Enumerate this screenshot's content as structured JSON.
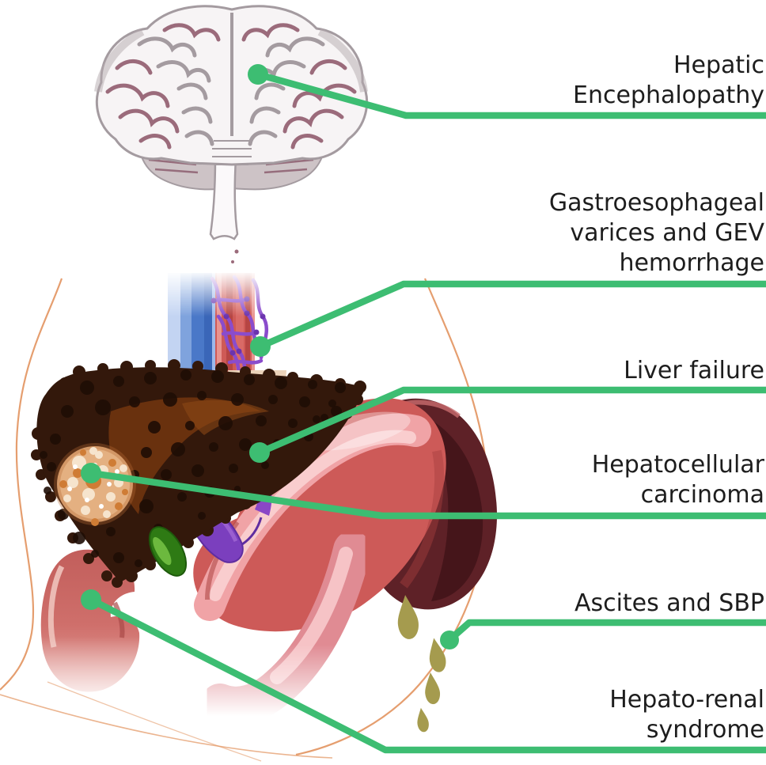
{
  "figure": {
    "kind": "anatomical-complications-diagram",
    "background": "#ffffff",
    "labels": [
      {
        "id": "hepatic-encephalopathy",
        "text": "Hepatic\nEncephalopathy",
        "target": "brain"
      },
      {
        "id": "gev-varices",
        "text": "Gastroesophageal\nvarices and GEV\nhemorrhage",
        "target": "esophageal-varices"
      },
      {
        "id": "liver-failure",
        "text": "Liver failure",
        "target": "cirrhotic-liver"
      },
      {
        "id": "hepatocellular-carcinoma",
        "text": "Hepatocellular\ncarcinoma",
        "target": "liver-tumor"
      },
      {
        "id": "ascites-sbp",
        "text": "Ascites and SBP",
        "target": "ascites-droplets"
      },
      {
        "id": "hepato-renal-syndrome",
        "text": "Hepato-renal\nsyndrome",
        "target": "kidney"
      }
    ],
    "colors": {
      "connector_green": "#3dbd72",
      "label_text": "#1d1d1d",
      "body_outline_orange": "#e2945f",
      "brain_line_gray": "#a49ba0",
      "brain_line_rose": "#9b6b7b",
      "vessel_blue": "#4a78c8",
      "esophagus_red": "#cf5a56",
      "varices_purple": "#8a4ccc",
      "liver_dark_brown": "#33180b",
      "liver_spot_black": "#1f0d05",
      "liver_light_brown": "#7c3a10",
      "tumor_cream": "#f6e4cd",
      "tumor_orange": "#cf7c35",
      "stomach_red": "#cd5a58",
      "stomach_pink": "#f0a3a6",
      "spleen_maroon": "#5e2127",
      "portal_vein_purple": "#7b3fbe",
      "gallbladder_green": "#2e7a14",
      "kidney_red": "#c25e5b",
      "intestine_pink": "#e08b93",
      "droplet_olive": "#a59b4e"
    },
    "illustration_parts": [
      "brain",
      "esophageal-varices",
      "aorta-vena-cava",
      "cirrhotic-liver",
      "liver-tumor",
      "stomach",
      "spleen",
      "portal-vein",
      "gallbladder",
      "kidney",
      "intestine",
      "ascites-droplets",
      "body-outline"
    ]
  }
}
